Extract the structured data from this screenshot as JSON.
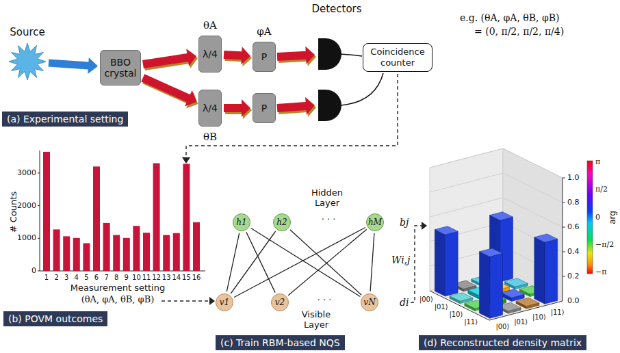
{
  "diagram": {
    "nodes": [
      {
        "text": [
          "Source"
        ]
      },
      {
        "text": [
          "BBO crystal"
        ]
      },
      {
        "text": [
          "θA",
          "λ/4"
        ]
      },
      {
        "text": [
          "φA",
          "P"
        ]
      },
      {
        "text": [
          "Coincidence counter"
        ]
      },
      {
        "text": [
          "λ/4",
          "θB"
        ]
      },
      {
        "text": [
          "P"
        ]
      },
      {
        "text": [
          "(a) Experimental setting"
        ]
      },
      {
        "text": [
          "(b) POVM outcomes"
        ]
      },
      {
        "text": [
          "h1"
        ]
      },
      {
        "text": [
          "h2"
        ]
      },
      {
        "text": [
          "hM"
        ]
      },
      {
        "text": [
          "v1"
        ]
      },
      {
        "text": [
          "v2"
        ]
      },
      {
        "text": [
          "vN"
        ]
      },
      {
        "text": [
          "(c) Train RBM-based NQS"
        ]
      },
      {
        "text": [
          "(d) Reconstructed density matrix"
        ]
      }
    ],
    "edges": [
      {
        "from": 0,
        "to": 1,
        "arrow": "to"
      },
      {
        "from": 1,
        "to": 2,
        "arrow": "to"
      },
      {
        "from": 1,
        "to": 5,
        "arrow": "to"
      },
      {
        "from": 2,
        "to": 3,
        "arrow": "to"
      },
      {
        "from": 5,
        "to": 6,
        "arrow": "to"
      },
      {
        "from": 9,
        "to": 12,
        "arrow": "none"
      },
      {
        "from": 9,
        "to": 13,
        "arrow": "none"
      },
      {
        "from": 9,
        "to": 14,
        "arrow": "none"
      },
      {
        "from": 10,
        "to": 12,
        "arrow": "none"
      },
      {
        "from": 10,
        "to": 14,
        "arrow": "none"
      },
      {
        "from": 11,
        "to": 12,
        "arrow": "none"
      },
      {
        "from": 11,
        "to": 13,
        "arrow": "none"
      },
      {
        "from": 11,
        "to": 14,
        "arrow": "none"
      }
    ],
    "labels": [
      "Detectors",
      "e.g. (θA, φA, θB, φB)",
      "= (0, π/2, π/2, π/4)",
      "# Counts",
      "0",
      "1000",
      "2000",
      "3000",
      "1",
      "2",
      "3",
      "4",
      "5",
      "6",
      "7",
      "8",
      "9",
      "10",
      "11",
      "12",
      "13",
      "14",
      "15",
      "16",
      "Measurement setting",
      "(θA, φA, θB, φB)",
      "Hidden Layer",
      "· · ·",
      "bj",
      "Wi,j",
      "· · ·",
      "di",
      "Visible Layer",
      "1.0",
      "0.8",
      "0.6",
      "0.4",
      "0.2",
      "0.0",
      "|00⟩",
      "|01⟩",
      "|10⟩",
      "|11⟩",
      "|00⟩",
      "|01⟩",
      "|10⟩",
      "|11⟩",
      "π",
      "π/2",
      "0",
      "−π/2",
      "−π",
      "arg"
    ]
  }
}
